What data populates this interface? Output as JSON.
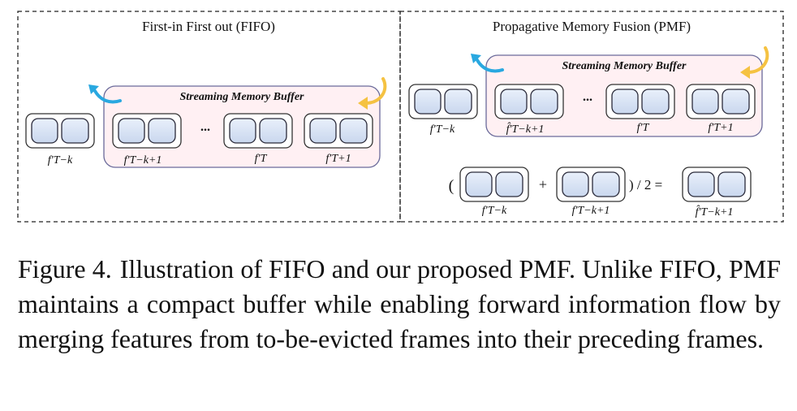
{
  "colors": {
    "buffer_fill": "#fff0f3",
    "buffer_stroke": "#6a6a9a",
    "cell_fill": "#dce6f5",
    "cell_stroke": "#2a2a3a",
    "arrow_out": "#29a8e0",
    "arrow_in": "#f5c242",
    "panel_border": "#222222"
  },
  "fifo": {
    "title": "First-in First out (FIFO)",
    "buffer_label": "Streaming Memory Buffer",
    "ellipsis": "...",
    "evicted_label": "f′T−k",
    "buffer_labels": [
      "f′T−k+1",
      "f′T",
      "f′T+1"
    ]
  },
  "pmf": {
    "title": "Propagative Memory Fusion (PMF)",
    "buffer_label": "Streaming Memory Buffer",
    "ellipsis": "...",
    "evicted_label": "f′T−k",
    "buffer_labels": [
      "f̂′T−k+1",
      "f′T",
      "f′T+1"
    ],
    "equation": {
      "open_paren": "(",
      "plus": "+",
      "close_div": ") / 2 =",
      "labels": [
        "f′T−k",
        "f′T−k+1",
        "f̂′T−k+1"
      ]
    }
  },
  "caption": {
    "label": "Figure 4.",
    "text": "Illustration of FIFO and our proposed PMF. Unlike FIFO, PMF maintains a compact buffer while enabling forward information flow by merging features from to-be-evicted frames into their preceding frames."
  }
}
